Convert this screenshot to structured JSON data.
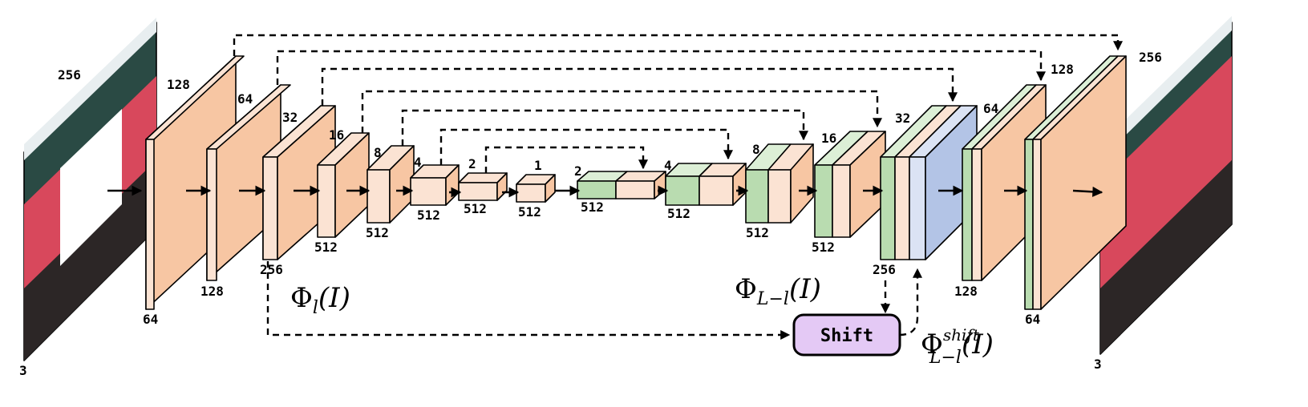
{
  "colors": {
    "encoder": "#f7c6a3",
    "encoder_light": "#fbe3d3",
    "decoder_green": "#b9dcb0",
    "decoder_green_light": "#dcefd6",
    "blue": "#b3c4e6",
    "blue_light": "#dbe3f4",
    "shift_fill": "#e4c9f5"
  },
  "input_image": {
    "size_label": "256",
    "channel_label": "3"
  },
  "output_image": {
    "size_label": "256",
    "channel_label": "3"
  },
  "encoder_blocks": [
    {
      "size": "128",
      "channels": "64"
    },
    {
      "size": "64",
      "channels": "128"
    },
    {
      "size": "32",
      "channels": "256"
    },
    {
      "size": "16",
      "channels": "512"
    },
    {
      "size": "8",
      "channels": "512"
    },
    {
      "size": "4",
      "channels": "512"
    },
    {
      "size": "2",
      "channels": "512"
    },
    {
      "size": "1",
      "channels": "512"
    }
  ],
  "decoder_blocks": [
    {
      "size": "2",
      "channels": "512"
    },
    {
      "size": "4",
      "channels": "512"
    },
    {
      "size": "8",
      "channels": "512"
    },
    {
      "size": "16",
      "channels": "512"
    },
    {
      "size": "32",
      "channels": "256"
    },
    {
      "size": "64",
      "channels": "128"
    },
    {
      "size": "128",
      "channels": "64"
    }
  ],
  "shift_module": {
    "label": "Shift"
  },
  "math": {
    "phi_l": {
      "base": "Φ",
      "sub": "l",
      "arg": "(I)"
    },
    "phi_L_minus_l": {
      "base": "Φ",
      "sub": "L−l",
      "arg": "(I)"
    },
    "phi_shift": {
      "base": "Φ",
      "sup": "shift",
      "sub": "L−l",
      "arg": "(I)"
    }
  }
}
